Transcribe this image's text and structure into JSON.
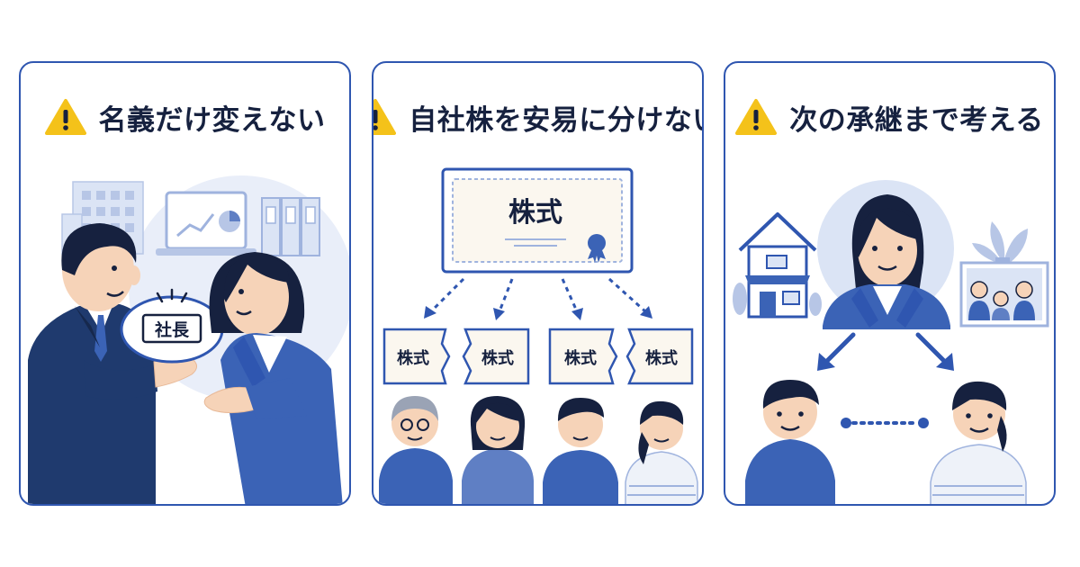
{
  "panels": [
    {
      "id": "p1",
      "title": "名義だけ変えない",
      "icon": "warning-icon",
      "badge_label": "社長"
    },
    {
      "id": "p2",
      "title": "自社株を安易に分けない",
      "icon": "warning-icon",
      "certificate_label": "株式",
      "fragment_labels": [
        "株式",
        "株式",
        "株式",
        "株式"
      ]
    },
    {
      "id": "p3",
      "title": "次の承継まで考える",
      "icon": "warning-icon"
    }
  ],
  "colors": {
    "border": "#2f56b0",
    "navy": "#1f3a6e",
    "blue": "#3b63b6",
    "light_blue": "#dbe4f5",
    "warning": "#f4c21a",
    "text": "#16213f"
  }
}
